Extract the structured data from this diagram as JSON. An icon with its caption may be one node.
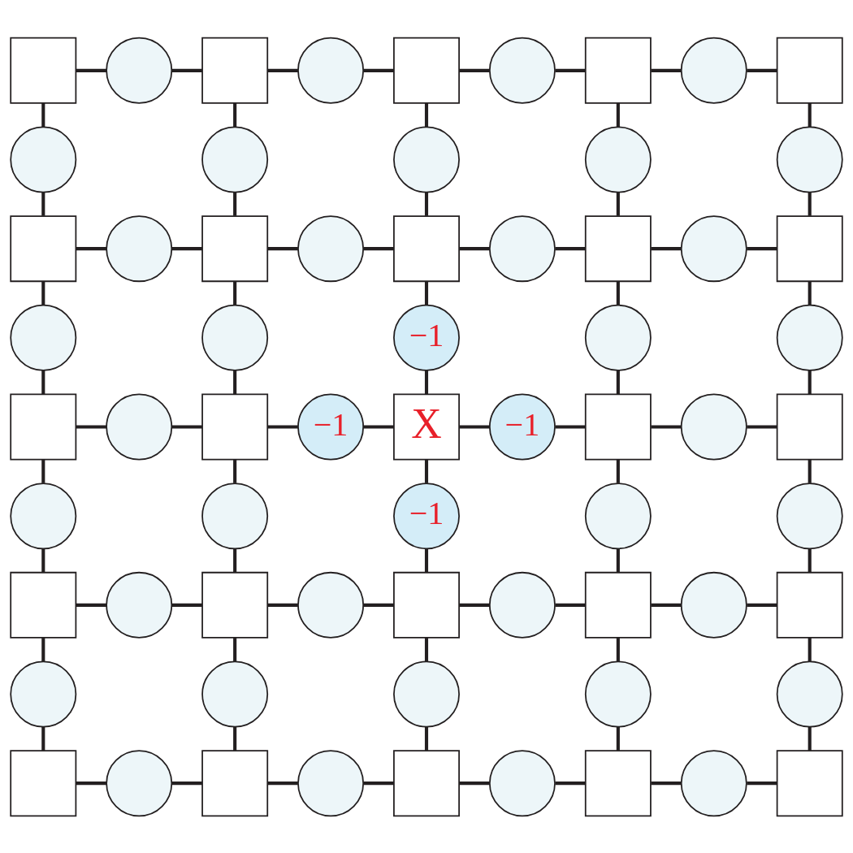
{
  "diagram": {
    "nodes": [
      {
        "text": [],
        "shape": "box"
      },
      {
        "text": [],
        "shape": "circle"
      },
      {
        "text": [],
        "shape": "box"
      },
      {
        "text": [],
        "shape": "circle"
      },
      {
        "text": [],
        "shape": "box"
      },
      {
        "text": [],
        "shape": "circle"
      },
      {
        "text": [],
        "shape": "box"
      },
      {
        "text": [],
        "shape": "circle"
      },
      {
        "text": [],
        "shape": "box"
      },
      {
        "text": [],
        "shape": "circle"
      },
      {
        "text": [],
        "shape": "circle"
      },
      {
        "text": [],
        "shape": "circle"
      },
      {
        "text": [],
        "shape": "circle"
      },
      {
        "text": [],
        "shape": "circle"
      },
      {
        "text": [],
        "shape": "box"
      },
      {
        "text": [],
        "shape": "circle"
      },
      {
        "text": [],
        "shape": "box"
      },
      {
        "text": [],
        "shape": "circle"
      },
      {
        "text": [],
        "shape": "box"
      },
      {
        "text": [],
        "shape": "circle"
      },
      {
        "text": [],
        "shape": "box"
      },
      {
        "text": [],
        "shape": "circle"
      },
      {
        "text": [],
        "shape": "box"
      },
      {
        "text": [],
        "shape": "circle"
      },
      {
        "text": [],
        "shape": "circle"
      },
      {
        "text": [
          "−1"
        ]
      },
      {
        "text": [],
        "shape": "circle"
      },
      {
        "text": [],
        "shape": "circle"
      },
      {
        "text": [],
        "shape": "box"
      },
      {
        "text": [],
        "shape": "circle"
      },
      {
        "text": [],
        "shape": "box"
      },
      {
        "text": [
          "−1"
        ]
      },
      {
        "text": [
          "X"
        ]
      },
      {
        "text": [
          "−1"
        ]
      },
      {
        "text": [],
        "shape": "box"
      },
      {
        "text": [],
        "shape": "circle"
      },
      {
        "text": [],
        "shape": "box"
      },
      {
        "text": [],
        "shape": "circle"
      },
      {
        "text": [],
        "shape": "circle"
      },
      {
        "text": [
          "−1"
        ]
      },
      {
        "text": [],
        "shape": "circle"
      },
      {
        "text": [],
        "shape": "circle"
      },
      {
        "text": [],
        "shape": "box"
      },
      {
        "text": [],
        "shape": "circle"
      },
      {
        "text": [],
        "shape": "box"
      },
      {
        "text": [],
        "shape": "circle"
      },
      {
        "text": [],
        "shape": "box"
      },
      {
        "text": [],
        "shape": "circle"
      },
      {
        "text": [],
        "shape": "box"
      },
      {
        "text": [],
        "shape": "circle"
      },
      {
        "text": [],
        "shape": "box"
      },
      {
        "text": [],
        "shape": "circle"
      },
      {
        "text": [],
        "shape": "circle"
      },
      {
        "text": [],
        "shape": "circle"
      },
      {
        "text": [],
        "shape": "circle"
      },
      {
        "text": [],
        "shape": "circle"
      },
      {
        "text": [],
        "shape": "box"
      },
      {
        "text": [],
        "shape": "circle"
      },
      {
        "text": [],
        "shape": "box"
      },
      {
        "text": [],
        "shape": "circle"
      },
      {
        "text": [],
        "shape": "box"
      },
      {
        "text": [],
        "shape": "circle"
      },
      {
        "text": [],
        "shape": "box"
      },
      {
        "text": [],
        "shape": "circle"
      },
      {
        "text": [],
        "shape": "box"
      }
    ],
    "edges": [
      {
        "from": 0,
        "to": 1,
        "arrow": "none"
      },
      {
        "from": 1,
        "to": 2,
        "arrow": "none"
      },
      {
        "from": 2,
        "to": 3,
        "arrow": "none"
      },
      {
        "from": 3,
        "to": 4,
        "arrow": "none"
      },
      {
        "from": 4,
        "to": 5,
        "arrow": "none"
      },
      {
        "from": 5,
        "to": 6,
        "arrow": "none"
      },
      {
        "from": 6,
        "to": 7,
        "arrow": "none"
      },
      {
        "from": 7,
        "to": 8,
        "arrow": "none"
      },
      {
        "from": 0,
        "to": 9,
        "arrow": "none"
      },
      {
        "from": 9,
        "to": 14,
        "arrow": "none"
      },
      {
        "from": 2,
        "to": 10,
        "arrow": "none"
      },
      {
        "from": 10,
        "to": 16,
        "arrow": "none"
      },
      {
        "from": 4,
        "to": 11,
        "arrow": "none"
      },
      {
        "from": 11,
        "to": 18,
        "arrow": "none"
      },
      {
        "from": 6,
        "to": 12,
        "arrow": "none"
      },
      {
        "from": 12,
        "to": 20,
        "arrow": "none"
      },
      {
        "from": 8,
        "to": 13,
        "arrow": "none"
      },
      {
        "from": 13,
        "to": 22,
        "arrow": "none"
      },
      {
        "from": 14,
        "to": 15,
        "arrow": "none"
      },
      {
        "from": 15,
        "to": 16,
        "arrow": "none"
      },
      {
        "from": 16,
        "to": 17,
        "arrow": "none"
      },
      {
        "from": 17,
        "to": 18,
        "arrow": "none"
      },
      {
        "from": 18,
        "to": 19,
        "arrow": "none"
      },
      {
        "from": 19,
        "to": 20,
        "arrow": "none"
      },
      {
        "from": 20,
        "to": 21,
        "arrow": "none"
      },
      {
        "from": 21,
        "to": 22,
        "arrow": "none"
      },
      {
        "from": 14,
        "to": 23,
        "arrow": "none"
      },
      {
        "from": 23,
        "to": 28,
        "arrow": "none"
      },
      {
        "from": 16,
        "to": 24,
        "arrow": "none"
      },
      {
        "from": 24,
        "to": 30,
        "arrow": "none"
      },
      {
        "from": 18,
        "to": 25,
        "arrow": "none"
      },
      {
        "from": 25,
        "to": 32,
        "arrow": "none"
      },
      {
        "from": 20,
        "to": 26,
        "arrow": "none"
      },
      {
        "from": 26,
        "to": 34,
        "arrow": "none"
      },
      {
        "from": 22,
        "to": 27,
        "arrow": "none"
      },
      {
        "from": 27,
        "to": 36,
        "arrow": "none"
      },
      {
        "from": 28,
        "to": 29,
        "arrow": "none"
      },
      {
        "from": 29,
        "to": 30,
        "arrow": "none"
      },
      {
        "from": 30,
        "to": 31,
        "arrow": "none"
      },
      {
        "from": 31,
        "to": 32,
        "arrow": "none"
      },
      {
        "from": 32,
        "to": 33,
        "arrow": "none"
      },
      {
        "from": 33,
        "to": 34,
        "arrow": "none"
      },
      {
        "from": 34,
        "to": 35,
        "arrow": "none"
      },
      {
        "from": 35,
        "to": 36,
        "arrow": "none"
      },
      {
        "from": 28,
        "to": 37,
        "arrow": "none"
      },
      {
        "from": 37,
        "to": 42,
        "arrow": "none"
      },
      {
        "from": 30,
        "to": 38,
        "arrow": "none"
      },
      {
        "from": 38,
        "to": 44,
        "arrow": "none"
      },
      {
        "from": 32,
        "to": 39,
        "arrow": "none"
      },
      {
        "from": 39,
        "to": 46,
        "arrow": "none"
      },
      {
        "from": 34,
        "to": 40,
        "arrow": "none"
      },
      {
        "from": 40,
        "to": 48,
        "arrow": "none"
      },
      {
        "from": 36,
        "to": 41,
        "arrow": "none"
      },
      {
        "from": 41,
        "to": 50,
        "arrow": "none"
      },
      {
        "from": 42,
        "to": 43,
        "arrow": "none"
      },
      {
        "from": 43,
        "to": 44,
        "arrow": "none"
      },
      {
        "from": 44,
        "to": 45,
        "arrow": "none"
      },
      {
        "from": 45,
        "to": 46,
        "arrow": "none"
      },
      {
        "from": 46,
        "to": 47,
        "arrow": "none"
      },
      {
        "from": 47,
        "to": 48,
        "arrow": "none"
      },
      {
        "from": 48,
        "to": 49,
        "arrow": "none"
      },
      {
        "from": 49,
        "to": 50,
        "arrow": "none"
      },
      {
        "from": 42,
        "to": 51,
        "arrow": "none"
      },
      {
        "from": 51,
        "to": 56,
        "arrow": "none"
      },
      {
        "from": 44,
        "to": 52,
        "arrow": "none"
      },
      {
        "from": 52,
        "to": 58,
        "arrow": "none"
      },
      {
        "from": 46,
        "to": 53,
        "arrow": "none"
      },
      {
        "from": 53,
        "to": 60,
        "arrow": "none"
      },
      {
        "from": 48,
        "to": 54,
        "arrow": "none"
      },
      {
        "from": 54,
        "to": 62,
        "arrow": "none"
      },
      {
        "from": 50,
        "to": 55,
        "arrow": "none"
      },
      {
        "from": 55,
        "to": 64,
        "arrow": "none"
      },
      {
        "from": 56,
        "to": 57,
        "arrow": "none"
      },
      {
        "from": 57,
        "to": 58,
        "arrow": "none"
      },
      {
        "from": 58,
        "to": 59,
        "arrow": "none"
      },
      {
        "from": 59,
        "to": 60,
        "arrow": "none"
      },
      {
        "from": 60,
        "to": 61,
        "arrow": "none"
      },
      {
        "from": 61,
        "to": 62,
        "arrow": "none"
      },
      {
        "from": 62,
        "to": 63,
        "arrow": "none"
      },
      {
        "from": 63,
        "to": 64,
        "arrow": "none"
      }
    ]
  }
}
